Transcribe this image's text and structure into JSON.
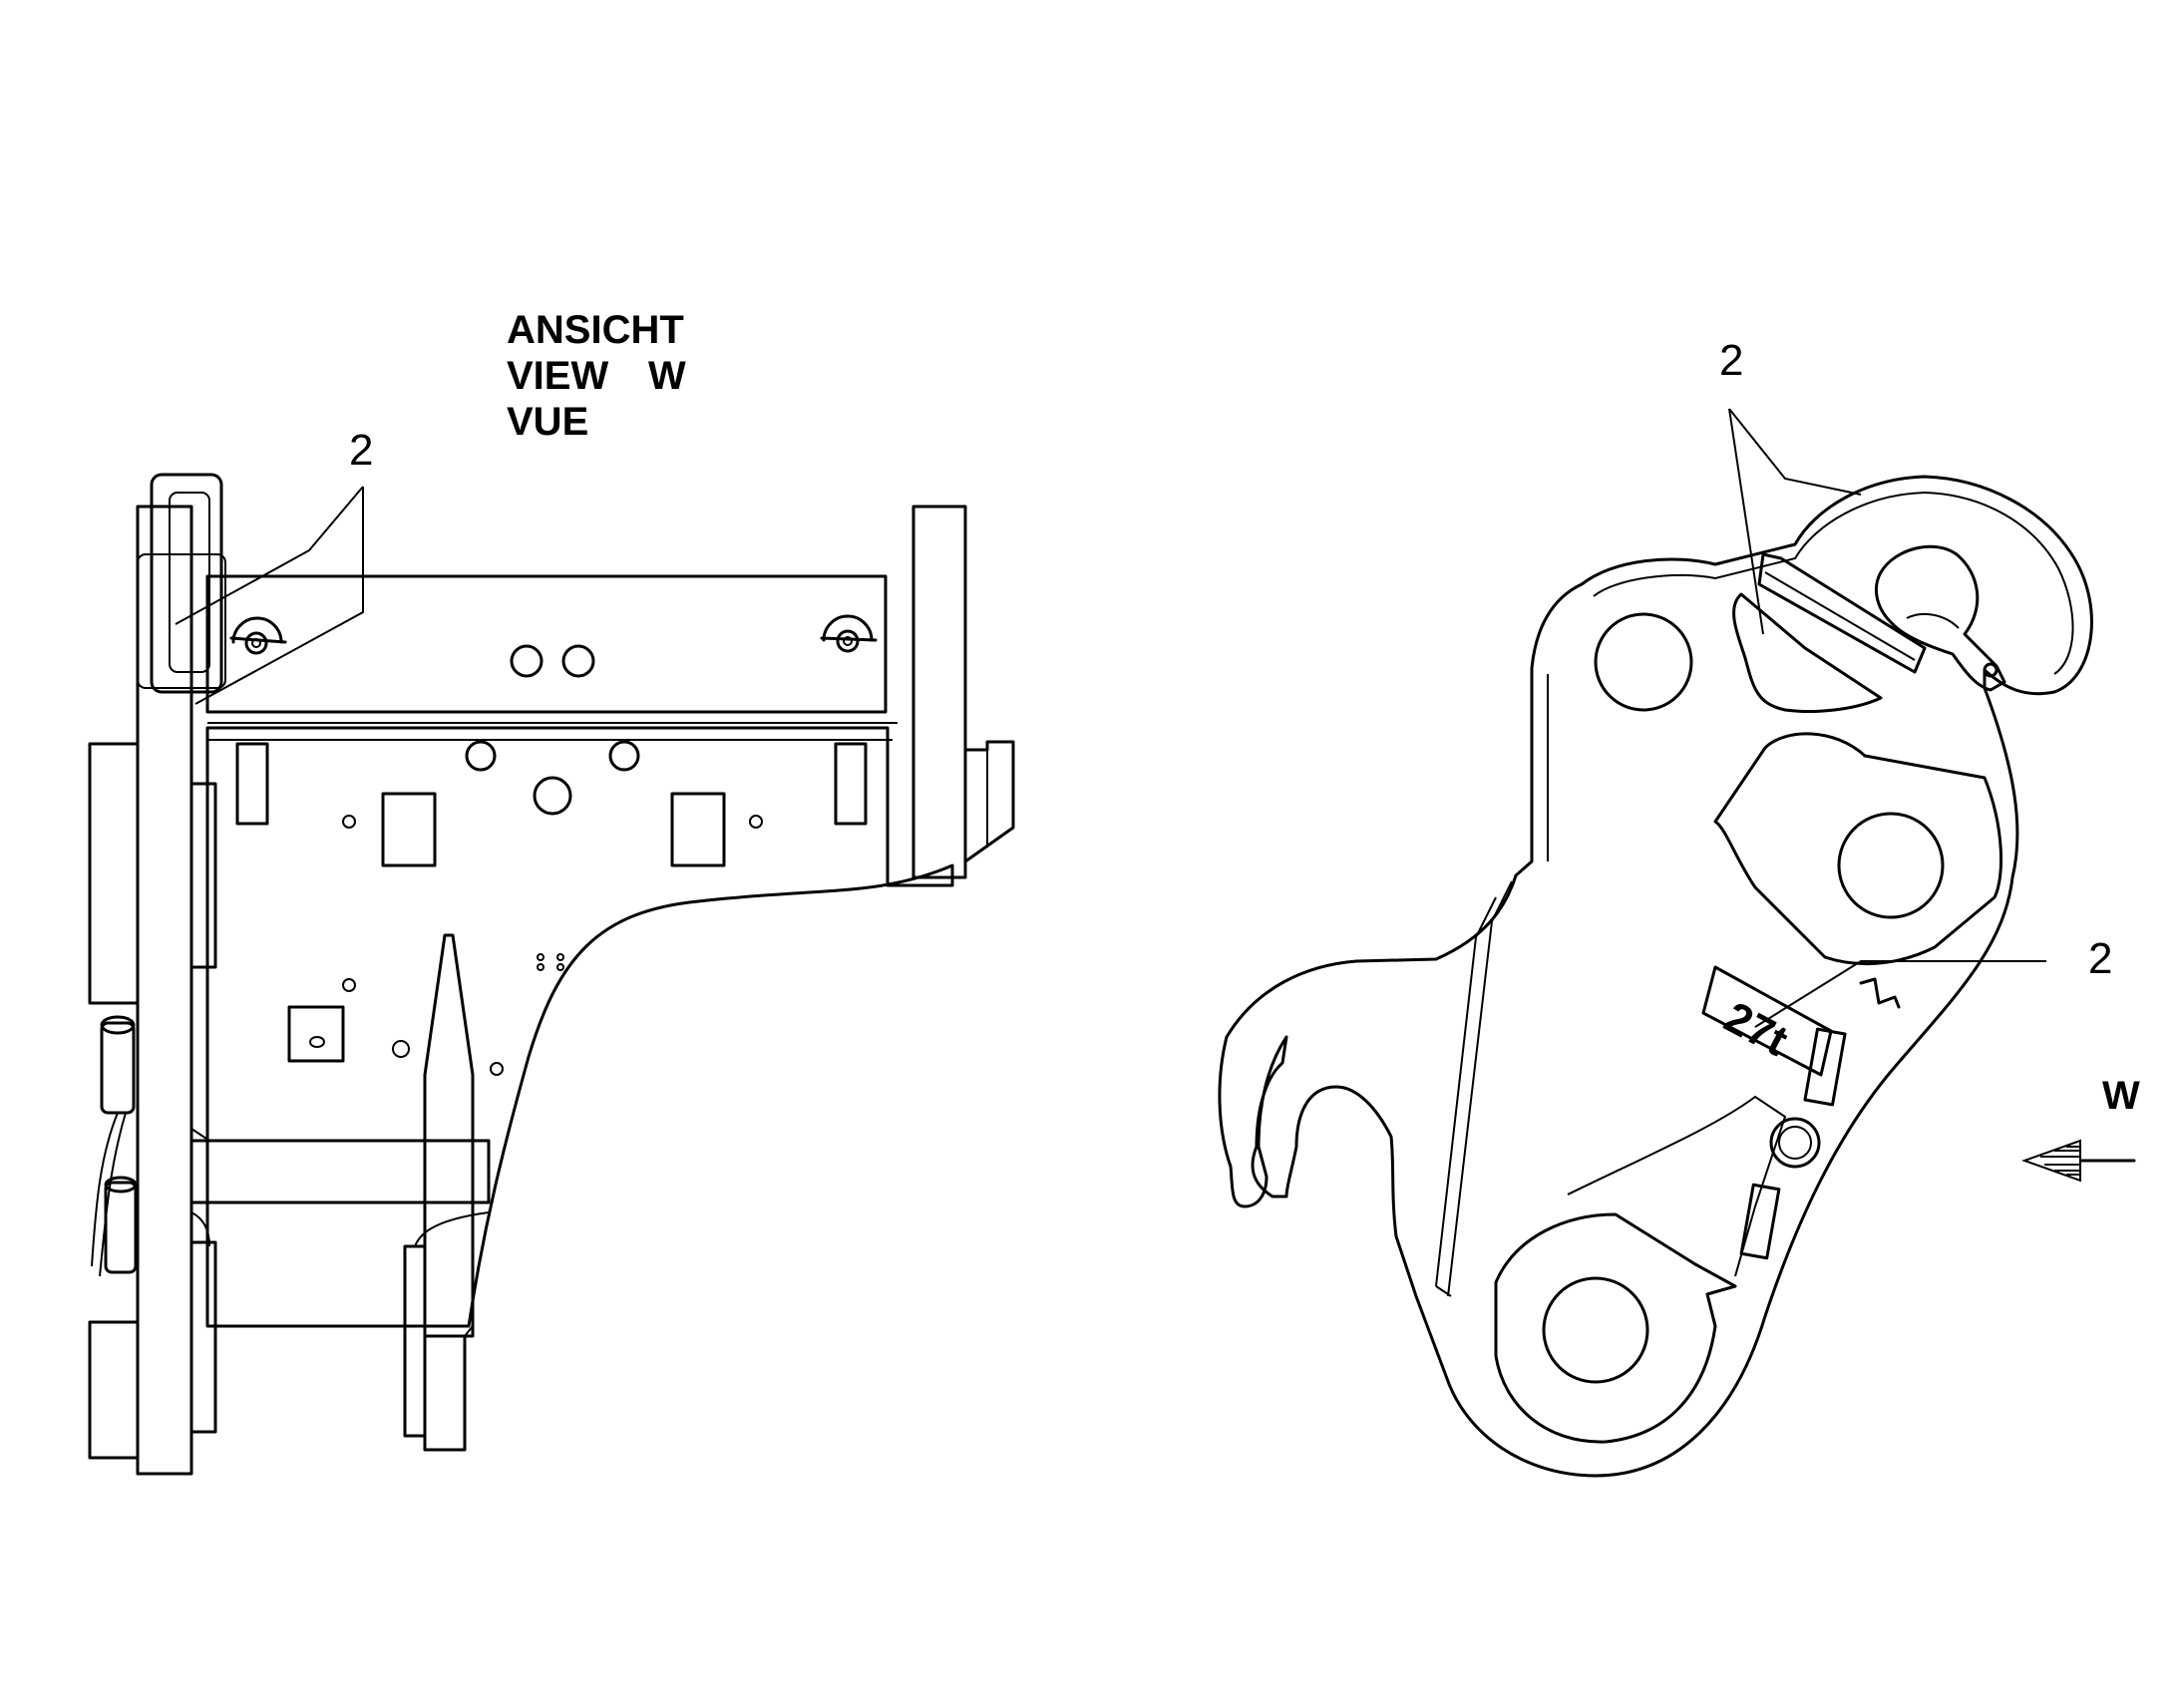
{
  "view_title": {
    "line1": "ANSICHT",
    "line2": "VIEW",
    "line2_suffix": "W",
    "line3": "VUE"
  },
  "callouts": {
    "left_part_number": "2",
    "right_top_part_number": "2",
    "right_middle_part_number": "2"
  },
  "view_marker": {
    "label": "W",
    "icon": "arrow-left-icon"
  },
  "decal": {
    "text": "27t"
  }
}
